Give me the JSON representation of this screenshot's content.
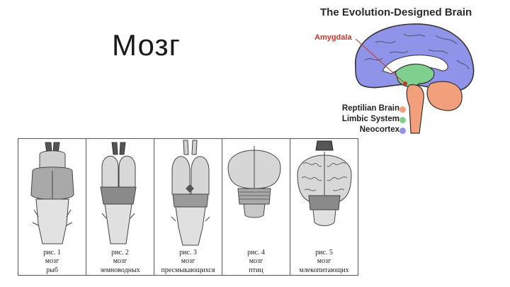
{
  "slide_title": "Мозг",
  "evolution": {
    "title": "The Evolution-Designed Brain",
    "amygdala_label": "Amygdala",
    "legend": [
      {
        "label": "Reptilian Brain",
        "color": "#f2a07b"
      },
      {
        "label": "Limbic System",
        "color": "#7fcf8f"
      },
      {
        "label": "Neocortex",
        "color": "#8f94e8"
      }
    ],
    "colors": {
      "neocortex": "#8f94e8",
      "limbic": "#7fcf8f",
      "reptilian": "#f2a07b",
      "amygdala": "#c0392b"
    }
  },
  "figures": [
    {
      "line1": "рис. 1",
      "line2": "мозг",
      "line3": "рыб"
    },
    {
      "line1": "рис. 2",
      "line2": "мозг",
      "line3": "земноводных"
    },
    {
      "line1": "рис. 3",
      "line2": "мозг",
      "line3": "пресмыкающихся"
    },
    {
      "line1": "рис. 4",
      "line2": "мозг",
      "line3": "птиц"
    },
    {
      "line1": "рис. 5",
      "line2": "мозг",
      "line3": "млекопитающих"
    }
  ]
}
